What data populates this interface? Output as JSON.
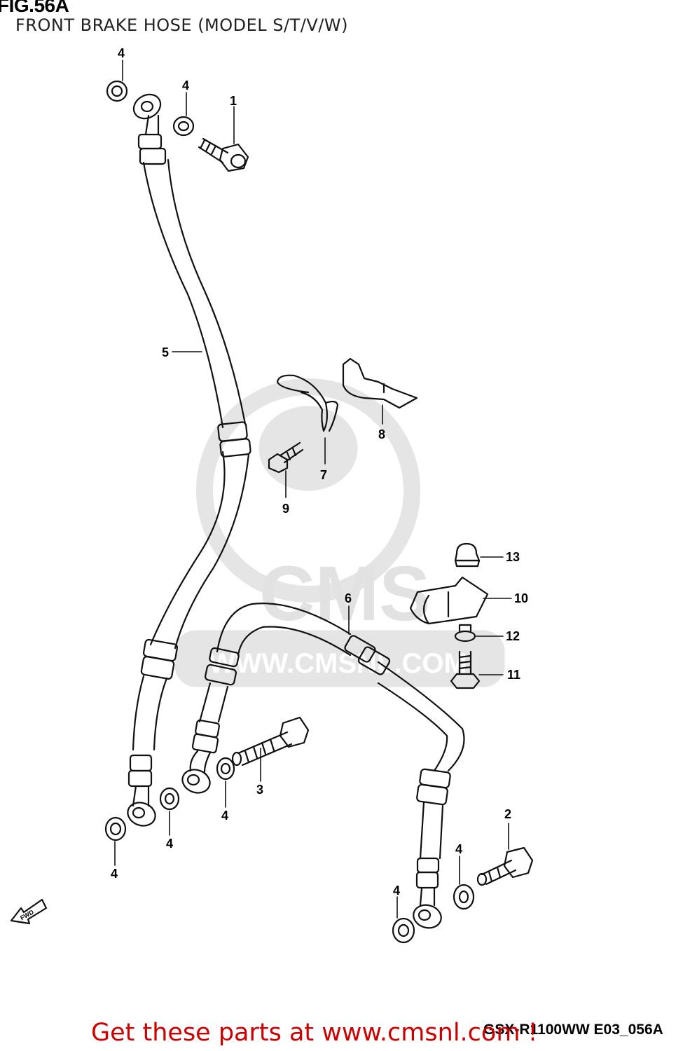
{
  "header": {
    "fig_label": "FIG.56A",
    "subtitle": "FRONT BRAKE HOSE (MODEL S/T/V/W)"
  },
  "watermark": {
    "brand": "CMS",
    "url": "WWW.CMSNL.COM"
  },
  "fwd_label": "FWD",
  "callouts": [
    "4",
    "4",
    "1",
    "5",
    "8",
    "7",
    "9",
    "13",
    "10",
    "6",
    "12",
    "11",
    "3",
    "4",
    "4",
    "4",
    "2",
    "4",
    "4"
  ],
  "footer": {
    "code": "GSX-R1100WW  E03_056A",
    "link_text": "Get these parts at www.cmsnl.com !"
  },
  "colors": {
    "line": "#111111",
    "watermark": "#e2e2e2",
    "link": "#cc0000"
  }
}
